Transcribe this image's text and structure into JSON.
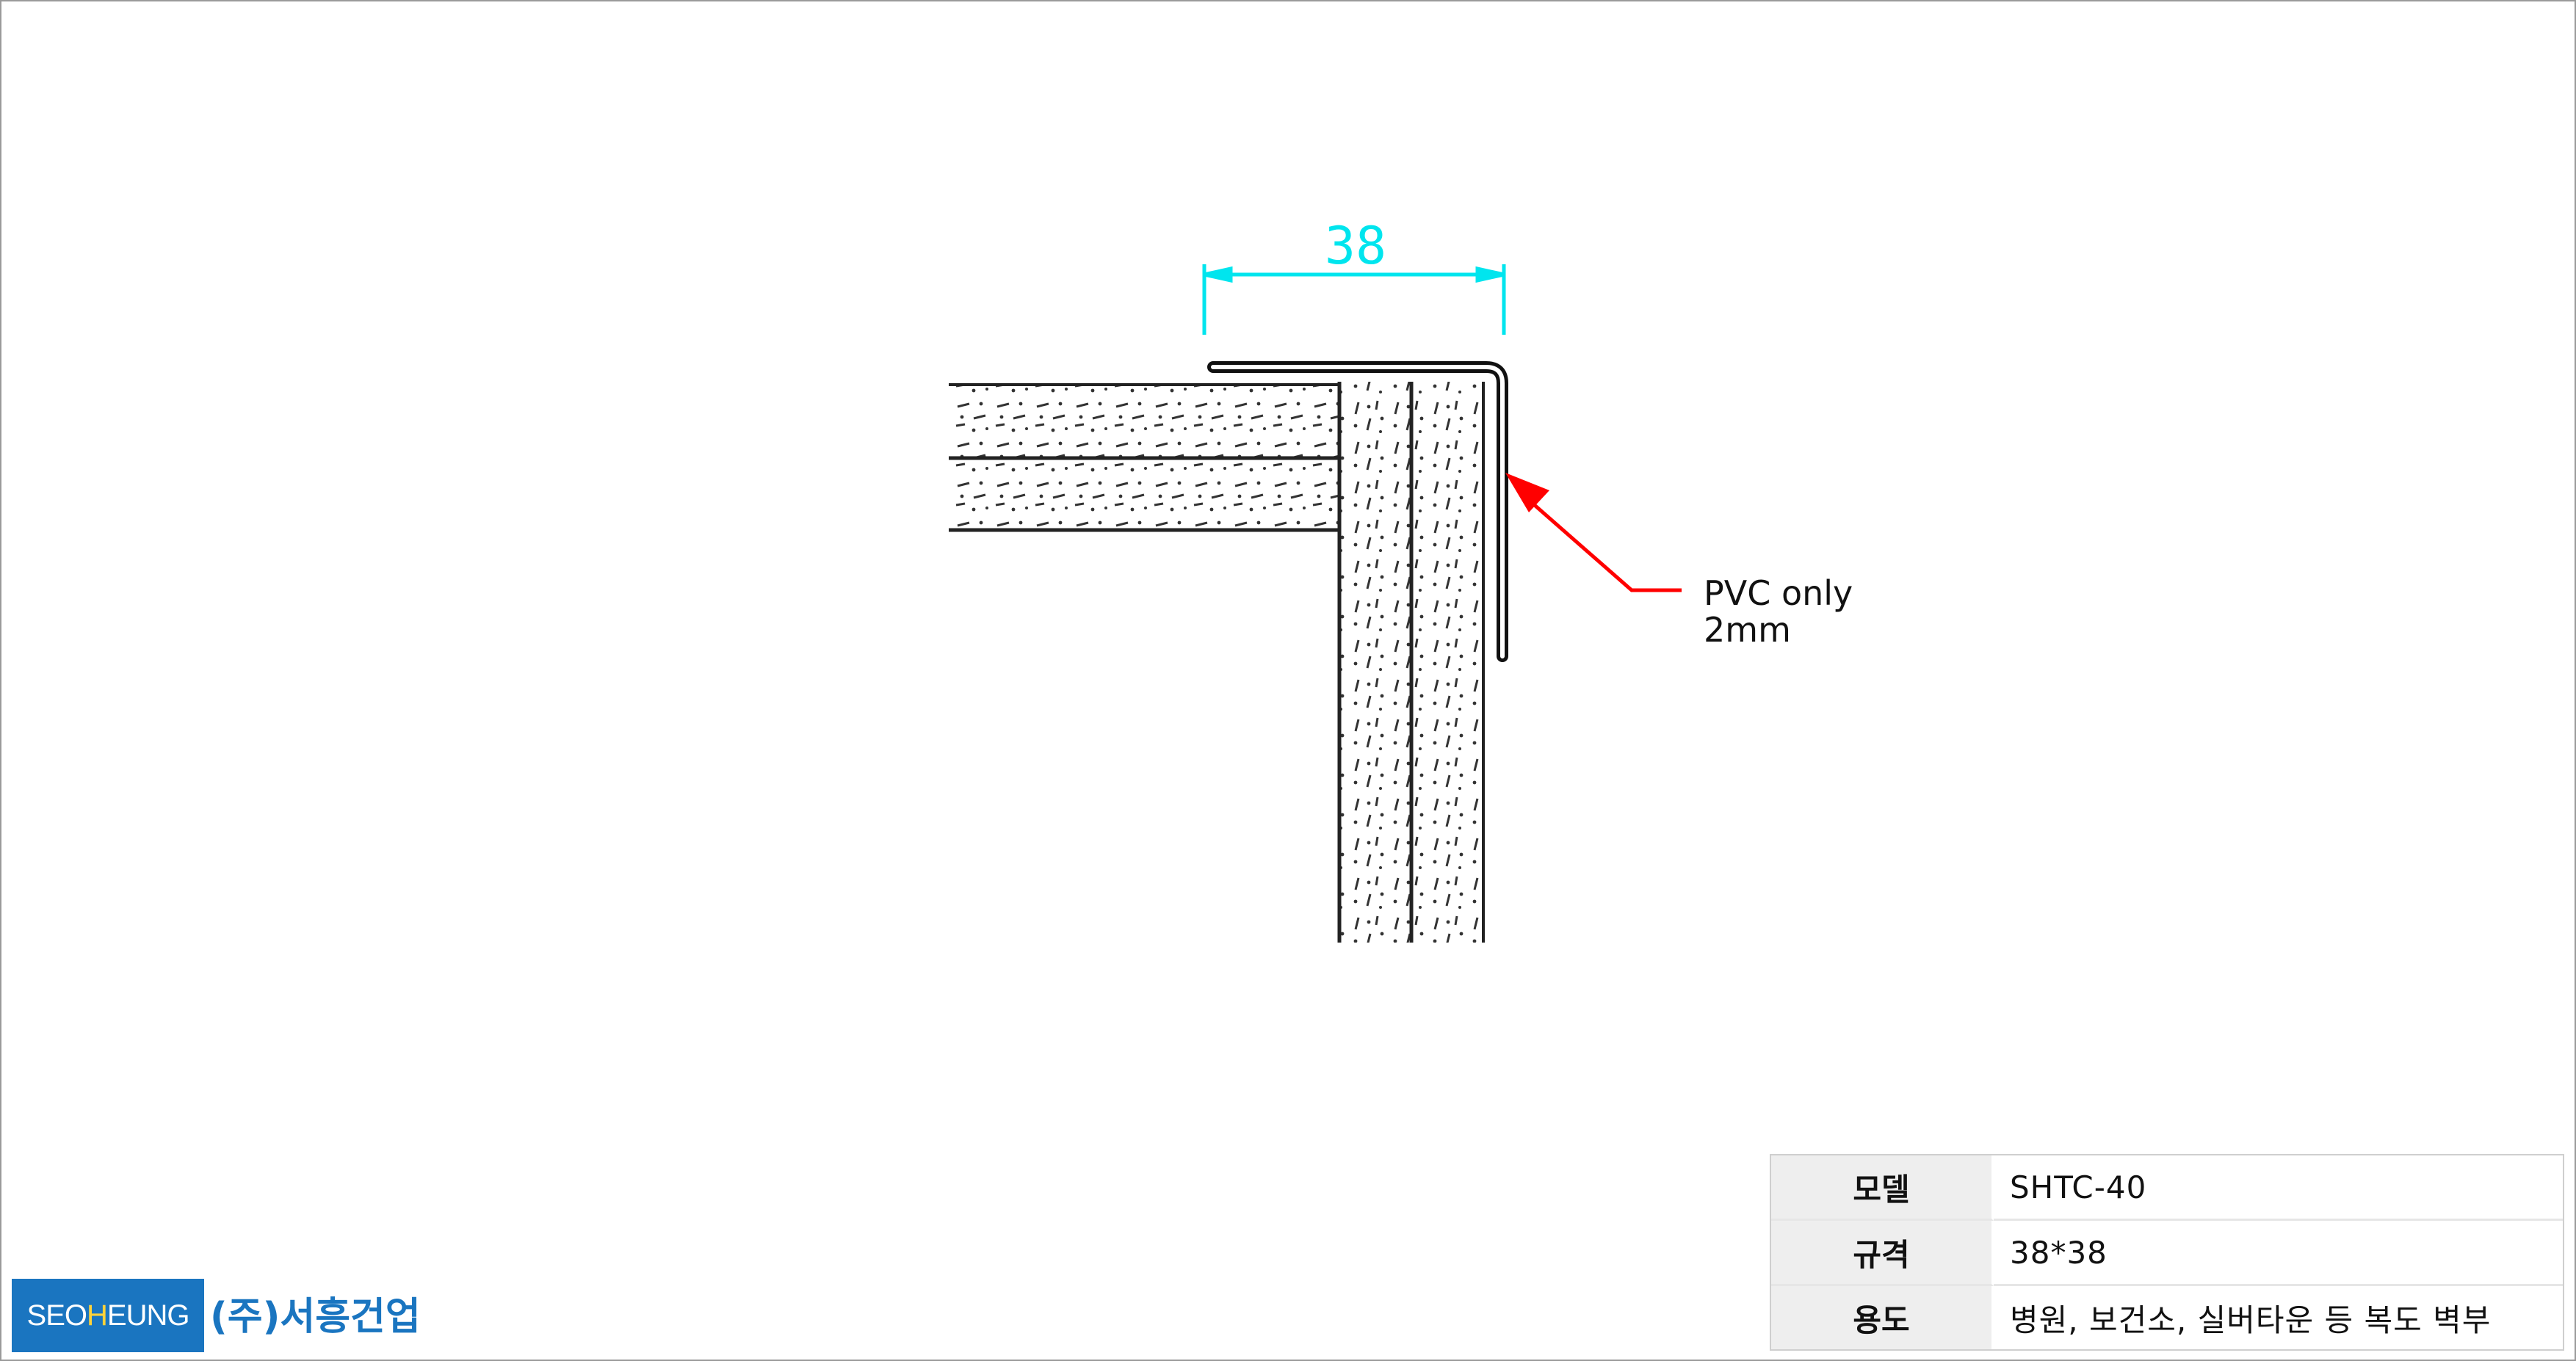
{
  "dimension": {
    "value": "38"
  },
  "annotation": {
    "line1": "PVC only",
    "line2": "2mm"
  },
  "spec_table": {
    "rows": [
      {
        "label": "모델",
        "value": "SHTC-40"
      },
      {
        "label": "규격",
        "value": "38*38"
      },
      {
        "label": "용도",
        "value": "병원, 보건소, 실버타운 등 복도 벽부"
      }
    ]
  },
  "logo": {
    "text_a": "SEO",
    "text_h": "H",
    "text_b": "EUNG"
  },
  "company": {
    "name": "(주)서흥건업"
  },
  "colors": {
    "dimension": "#00e5ee",
    "leader": "#ff0000",
    "brand": "#1a75c0",
    "logo_accent": "#ffd23a"
  }
}
